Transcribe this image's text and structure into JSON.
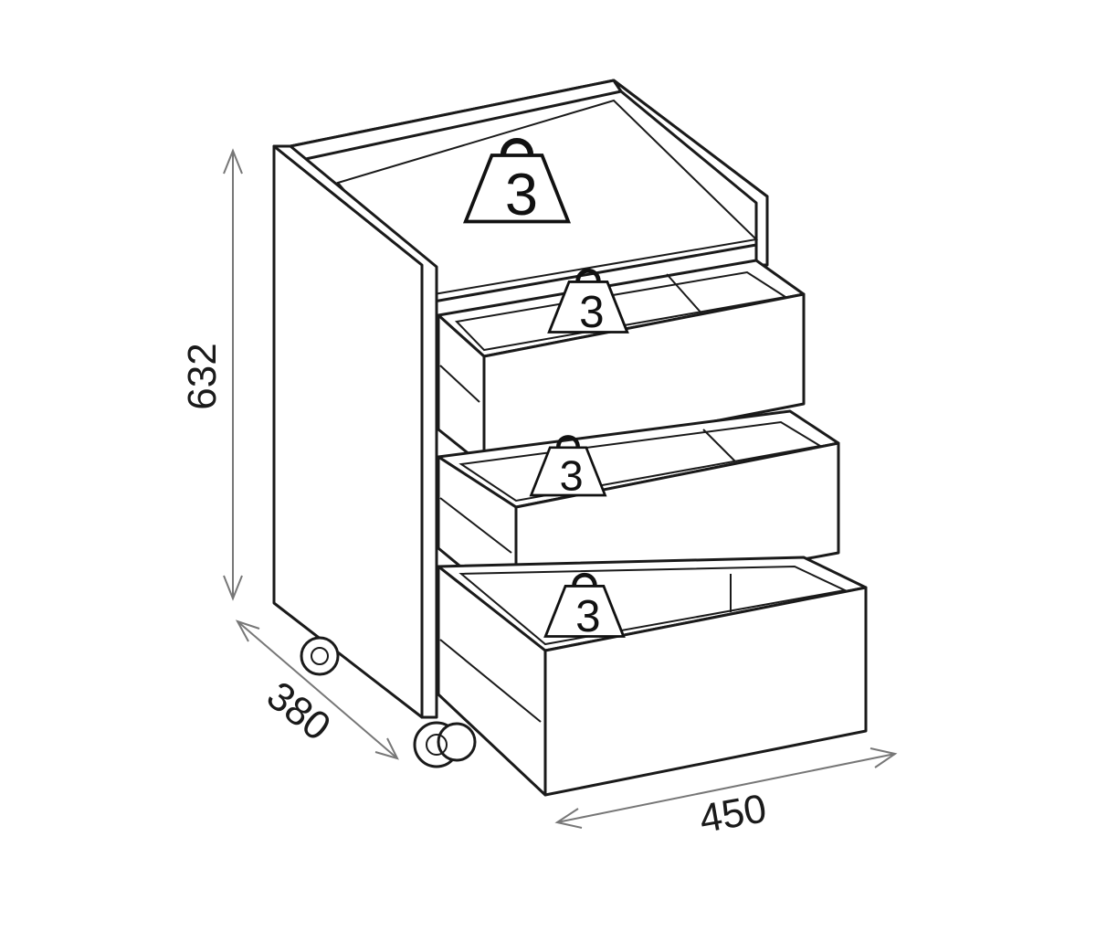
{
  "dimensions": {
    "height": "632",
    "depth": "380",
    "width": "450"
  },
  "weights": {
    "top": "3",
    "drawer_1": "3",
    "drawer_2": "3",
    "drawer_3": "3"
  }
}
